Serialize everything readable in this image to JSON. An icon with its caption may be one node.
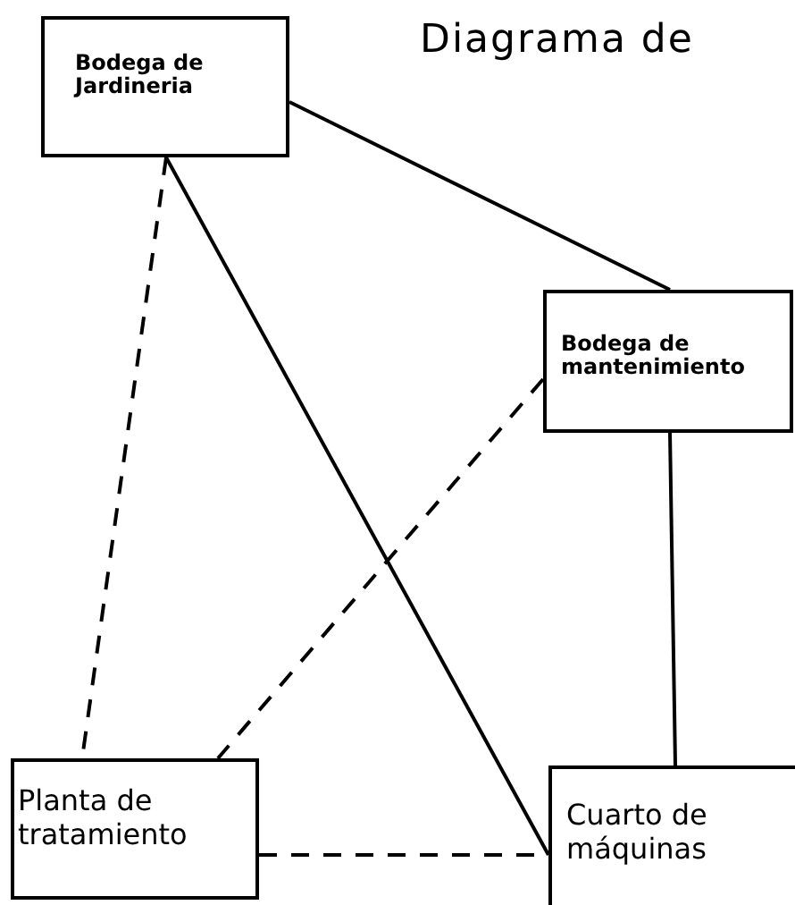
{
  "diagram": {
    "title": "Diagrama de",
    "nodes": [
      {
        "text": [
          "Bodega de Jardineria"
        ]
      },
      {
        "text": [
          "Bodega de mantenimiento"
        ]
      },
      {
        "text": [
          "Planta de tratamiento"
        ]
      },
      {
        "text": [
          "Cuarto de máquinas"
        ]
      }
    ],
    "edges": [
      {
        "from": 0,
        "to": 1,
        "arrow": "none"
      },
      {
        "from": 0,
        "to": 2,
        "arrow": "none",
        "style": "dashed"
      },
      {
        "from": 0,
        "to": 3,
        "arrow": "none"
      },
      {
        "from": 1,
        "to": 2,
        "arrow": "none",
        "style": "dashed"
      },
      {
        "from": 1,
        "to": 3,
        "arrow": "none"
      },
      {
        "from": 2,
        "to": 3,
        "arrow": "none",
        "style": "dashed"
      }
    ]
  }
}
